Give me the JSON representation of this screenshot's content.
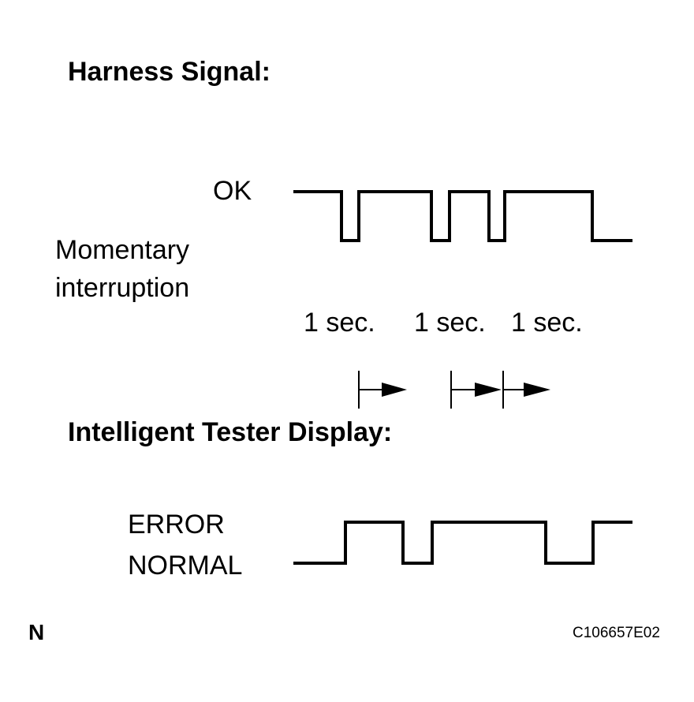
{
  "harness": {
    "title": "Harness Signal:",
    "ok_label": "OK",
    "interruption_label_line1": "Momentary",
    "interruption_label_line2": "interruption",
    "interval_labels": [
      "1 sec.",
      "1 sec.",
      "1 sec."
    ]
  },
  "tester": {
    "title": "Intelligent Tester Display:",
    "error_label": "ERROR",
    "normal_label": "NORMAL"
  },
  "footer": {
    "orientation_mark": "N",
    "figure_code": "C106657E02"
  },
  "colors": {
    "ink": "#000000",
    "background": "#ffffff"
  }
}
